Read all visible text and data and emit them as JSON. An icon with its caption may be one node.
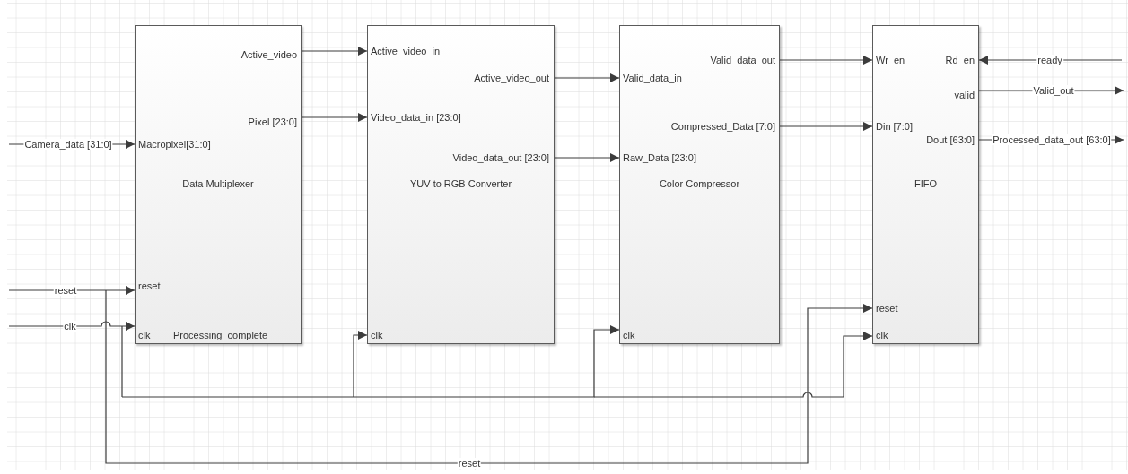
{
  "diagram": {
    "nodes": [
      {
        "text": [
          "Active_video",
          "Pixel [23:0]",
          "Macropixel[31:0]",
          "Data Multiplexer",
          "reset",
          "clk",
          "Processing_complete"
        ]
      },
      {
        "text": [
          "Active_video_in",
          "Active_video_out",
          "Video_data_in [23:0]",
          "Video_data_out [23:0]",
          "YUV to RGB Converter",
          "clk"
        ]
      },
      {
        "text": [
          "Valid_data_out",
          "Valid_data_in",
          "Compressed_Data [7:0]",
          "Raw_Data [23:0]",
          "Color Compressor",
          "clk"
        ]
      },
      {
        "text": [
          "Wr_en",
          "Rd_en",
          "valid",
          "Din [7:0]",
          "Dout [63:0]",
          "FIFO",
          "reset",
          "clk"
        ]
      }
    ],
    "edges": [
      {
        "from": 0,
        "to": 1,
        "arrow": "to"
      },
      {
        "from": 0,
        "to": 1,
        "arrow": "to"
      },
      {
        "from": 1,
        "to": 2,
        "arrow": "to"
      },
      {
        "from": 1,
        "to": 2,
        "arrow": "to"
      },
      {
        "from": 2,
        "to": 3,
        "arrow": "to"
      },
      {
        "from": 2,
        "to": 3,
        "arrow": "to"
      },
      {
        "from": null,
        "to": 0,
        "arrow": "to",
        "label": "Camera_data [31:0]"
      },
      {
        "from": null,
        "to": 0,
        "arrow": "to",
        "label": "reset"
      },
      {
        "from": null,
        "to": 0,
        "arrow": "to",
        "label": "clk"
      },
      {
        "from": null,
        "to": 1,
        "arrow": "to"
      },
      {
        "from": null,
        "to": 2,
        "arrow": "to"
      },
      {
        "from": null,
        "to": 3,
        "arrow": "to"
      },
      {
        "from": null,
        "to": 3,
        "arrow": "to",
        "label": "reset"
      },
      {
        "from": null,
        "to": 3,
        "arrow": "to",
        "label": "ready"
      },
      {
        "from": 3,
        "to": null,
        "arrow": "to",
        "label": "Valid_out"
      },
      {
        "from": 3,
        "to": null,
        "arrow": "to",
        "label": "Processed_data_out [63:0]"
      }
    ]
  }
}
